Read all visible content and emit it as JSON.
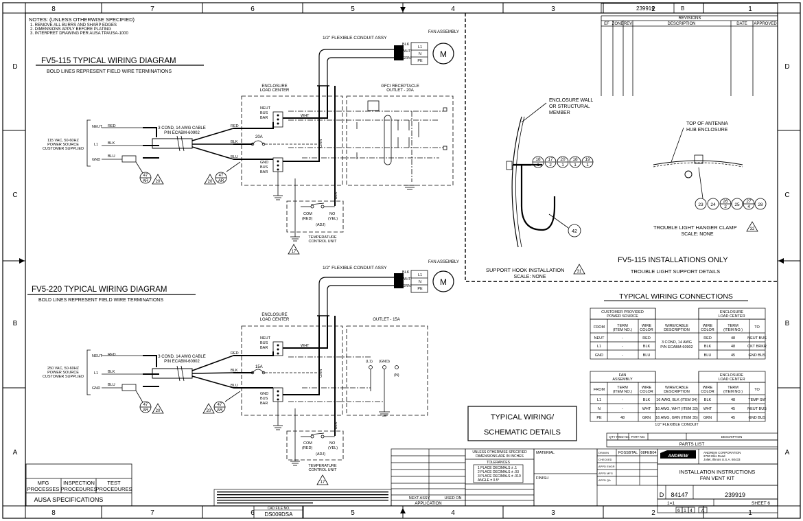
{
  "border": {
    "top_cols": [
      "8",
      "7",
      "6",
      "5",
      "4",
      "3",
      "2",
      "1"
    ],
    "bottom_cols": [
      "8",
      "7",
      "6",
      "5",
      "4",
      "3",
      "2",
      "1"
    ],
    "rows": [
      "D",
      "C",
      "B",
      "A"
    ]
  },
  "title_block": {
    "top_drawing_no": "239919",
    "top_sheet": "B",
    "revisions_title": "REVISIONS",
    "rev_headers": [
      "EF",
      "ZONE",
      "REV",
      "DESCRIPTION",
      "DATE",
      "APPROVED"
    ]
  },
  "notes": {
    "title": "NOTES: (UNLESS OTHERWISE SPECIFIED)",
    "lines": [
      "1. REMOVE ALL BURRS AND SHARP EDGES",
      "2. DIMENSIONS APPLY BEFORE PLATING",
      "3. INTERPRET DRAWING PER AUSA TPAUSA-1000"
    ]
  },
  "fv5_115": {
    "title": "FV5-115 TYPICAL WIRING DIAGRAM",
    "subtitle": "BOLD LINES REPRESENT FIELD WIRE TERMINATIONS",
    "conduit": "1/2\" FLEXIBLE CONDUIT ASSY",
    "fan": "FAN ASSEMBLY",
    "motor": "M",
    "fan_terms": [
      "BLK",
      "WHT",
      "GRN"
    ],
    "fan_tags": [
      "L1",
      "N",
      "PE"
    ],
    "enclosure": [
      "ENCLOSURE",
      "LOAD CENTER"
    ],
    "gfci": [
      "GFCI RECEPTACLE",
      "OUTLET - 20A"
    ],
    "neut_bus": [
      "NEUT",
      "BUS",
      "BAR"
    ],
    "gnd_bus": [
      "GND",
      "BUS",
      "BAR"
    ],
    "source": [
      "115 VAC, 50-60HZ",
      "POWER SOURCE",
      "CUSTOMER SUPPLIED"
    ],
    "lines": [
      "NEUT",
      "L1",
      "GND"
    ],
    "wires": [
      "RED",
      "BLK",
      "BLU"
    ],
    "cable": [
      "3 COND, 14 AWG CABLE",
      "P/N ECABM-60902"
    ],
    "breaker": "20A",
    "wht": "WHT",
    "grn": "GRN",
    "blk": "BLK",
    "com": [
      "COM",
      "(RED)"
    ],
    "no": [
      "NO",
      "(YEL)"
    ],
    "adj": "(ADJ)",
    "tcu": [
      "TEMPERATURE",
      "CONTROL UNIT"
    ],
    "balloons": [
      "47",
      "AR",
      "20",
      "47",
      "AR",
      "20",
      "17"
    ]
  },
  "fv5_220": {
    "title": "FV5-220 TYPICAL WIRING DIAGRAM",
    "subtitle": "BOLD LINES REPRESENT FIELD WIRE TERMINATIONS",
    "conduit": "1/2\" FLEXIBLE CONDUIT ASSY",
    "fan": "FAN ASSEMBLY",
    "motor": "M",
    "fan_terms": [
      "BLK",
      "WHT",
      "GRN"
    ],
    "fan_tags": [
      "L1",
      "N",
      "PE"
    ],
    "enclosure": [
      "ENCLOSURE",
      "LOAD CENTER"
    ],
    "outlet": "OUTLET - 15A",
    "outlet_pins": [
      "(L1)",
      "(GND)",
      "(N)"
    ],
    "neut_bus": [
      "NEUT",
      "BUS",
      "BAR"
    ],
    "gnd_bus": [
      "GND",
      "BUS",
      "BAR"
    ],
    "source": [
      "250 VAC, 50-60HZ",
      "POWER SOURCE",
      "CUSTOMER SUPPLIED"
    ],
    "lines": [
      "NEUT",
      "L1",
      "GND"
    ],
    "wires": [
      "RED",
      "BLK",
      "BLU"
    ],
    "cable": [
      "3 COND, 14 AWG CABLE",
      "P/N ECABM-60902"
    ],
    "breaker": "15A",
    "wht": "WHT",
    "grn": "GRN",
    "blk": "BLK",
    "com": [
      "COM",
      "(RED)"
    ],
    "no": [
      "NO",
      "(YEL)"
    ],
    "adj": "(ADJ)",
    "tcu": [
      "TEMPERATURE",
      "CONTROL UNIT"
    ],
    "balloons": [
      "47",
      "AR",
      "20",
      "20",
      "47",
      "AR",
      "17"
    ]
  },
  "install": {
    "wall": [
      "ENCLOSURE WALL",
      "OR STRUCTURAL",
      "MEMBER"
    ],
    "hook_balloons": [
      [
        "18",
        "1"
      ],
      [
        "17",
        "2"
      ],
      [
        "20",
        "1"
      ],
      [
        "18",
        "1"
      ],
      [
        "19",
        "1"
      ]
    ],
    "hook_item": "42",
    "hook_title": "SUPPORT HOOK INSTALLATION",
    "hook_tri": "31",
    "hook_scale": "SCALE: NONE",
    "antenna": [
      "TOP OF ANTENNA",
      "HUB ENCLOSURE"
    ],
    "clamp_balloons": [
      "23",
      "24",
      "26",
      "25",
      "27",
      "28"
    ],
    "clamp_sub": [
      "",
      "",
      "2",
      "",
      "4",
      ""
    ],
    "clamp_title": "TROUBLE LIGHT HANGER CLAMP",
    "clamp_tri": "32",
    "clamp_scale": "SCALE: NONE",
    "only_title": "FV5-115 INSTALLATIONS ONLY",
    "only_sub": "TROUBLE LIGHT SUPPORT DETAILS"
  },
  "connections": {
    "title": "TYPICAL WIRING CONNECTIONS",
    "t1_headers": [
      "CUSTOMER PROVIDED POWER SOURCE",
      "ENCLOSURE LOAD CENTER"
    ],
    "t1_cols": [
      "FROM",
      "TERM (ITEM NO.)",
      "WIRE COLOR",
      "WIRE/CABLE DESCRIPTION",
      "WIRE COLOR",
      "TERM (ITEM NO.)",
      "TO"
    ],
    "t1_rows": [
      [
        "NEUT",
        "-",
        "RED",
        "RED",
        "48",
        "NEUT BUS"
      ],
      [
        "L1",
        "-",
        "BLK",
        "BLK",
        "48",
        "CKT BRKR"
      ],
      [
        "GND",
        "-",
        "BLU",
        "BLU",
        "45",
        "GND BUS"
      ]
    ],
    "t1_desc": [
      "3 COND, 14 AWG",
      "P/N ECABM-60902"
    ],
    "t2_headers": [
      "FAN ASSEMBLY",
      "ENCLOSURE LOAD CENTER"
    ],
    "t2_cols": [
      "FROM",
      "TERM (ITEM NO.)",
      "WIRE COLOR",
      "WIRE/CABLE DESCRIPTION",
      "WIRE COLOR",
      "TERM (ITEM NO.)",
      "TO"
    ],
    "t2_rows": [
      [
        "L1",
        "-",
        "BLK",
        "16 AWG, BLK (ITEM 34)",
        "BLK",
        "48",
        "TEMP SW"
      ],
      [
        "N",
        "-",
        "WHT",
        "16 AWG, WHT (ITEM 33)",
        "WHT",
        "45",
        "NEUT BUS"
      ],
      [
        "PE",
        "48",
        "GRN",
        "16 AWG, GRN (ITEM 35)",
        "GRN",
        "45",
        "GND BUS"
      ]
    ],
    "t2_extra": "1/2\" FLEXIBLE CONDUIT"
  },
  "schematic_box": [
    "TYPICAL WIRING/",
    "SCHEMATIC DETAILS"
  ],
  "parts_list": {
    "title": "PARTS LIST",
    "cols": [
      "QTY",
      "FIND NO.",
      "PART NO.",
      "DESCRIPTION"
    ]
  },
  "bottom": {
    "mfg": [
      "MFG",
      "PROCESSES"
    ],
    "insp": [
      "INSPECTION",
      "PROCEDURES"
    ],
    "test": [
      "TEST",
      "PROCEDURES"
    ],
    "ausa": "AUSA SPECIFICATIONS",
    "cad_label": "CAD FILE NO.",
    "cad_no": "DS009DSA",
    "next_assy": "NEXT ASSY",
    "used_on": "USED ON",
    "application": "APPLICATION",
    "unless": [
      "UNLESS OTHERWISE SPECIFIED",
      "DIMENSIONS ARE IN INCHES"
    ],
    "tolerances": "TOLERANCES",
    "tol_lines": [
      "1 PLACE DECIMALS ± .1",
      "2 PLACE DECIMALS ± .03",
      "3 PLACE DECIMALS ± .010",
      "ANGLE ± 0.5°"
    ],
    "material": "MATERIAL",
    "finish": "FINISH",
    "drawn_by": "FOSSBTAL",
    "date": "08FEB04",
    "sign_labels": [
      "DRAWN",
      "CHECKED",
      "APPD ENGR",
      "APPD MFG",
      "APPD QA"
    ],
    "company": [
      "ANDREW CORPORATION",
      "2700 Ellis Road",
      "Joliet, Illinois U.S.A. 60433"
    ],
    "logo": "ANDREW",
    "title": [
      "INSTALLATION INSTRUCTIONS",
      "FAN VENT KIT"
    ],
    "size": "D",
    "cage": "84147",
    "dwg_no": "239919",
    "scale": "1=1",
    "sheet": "SHEET 6",
    "sheet_no": "6",
    "pages": [
      "6",
      "1",
      "4"
    ],
    "rev": "A"
  }
}
